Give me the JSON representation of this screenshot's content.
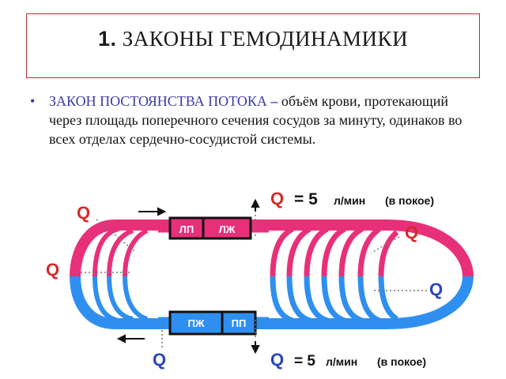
{
  "header": {
    "number": "1.",
    "title": "ЗАКОНЫ ГЕМОДИНАМИКИ"
  },
  "law": {
    "bullet": "•",
    "term": "ЗАКОН ПОСТОЯНСТВА ПОТОКА",
    "dash": " – ",
    "body": "объём крови, протекающий через площадь поперечного сечения сосудов за минуту, одинаков во всех отделах сердечно-сосудистой системы."
  },
  "diagram": {
    "flow_symbol": "Q",
    "top_value": "= 5",
    "top_unit": "л/мин",
    "top_note": "(в покое)",
    "bottom_value": "= 5",
    "bottom_unit": "л/мин",
    "bottom_note": "(в покое)",
    "chambers_top": [
      "ЛП",
      "ЛЖ"
    ],
    "chambers_bottom": [
      "ПЖ",
      "ПП"
    ],
    "colors": {
      "arterial": "#e8307a",
      "venous": "#2f8ff0",
      "chamber": "#111111",
      "label_red": "#d42a2a",
      "label_blue": "#2a45b8"
    }
  }
}
